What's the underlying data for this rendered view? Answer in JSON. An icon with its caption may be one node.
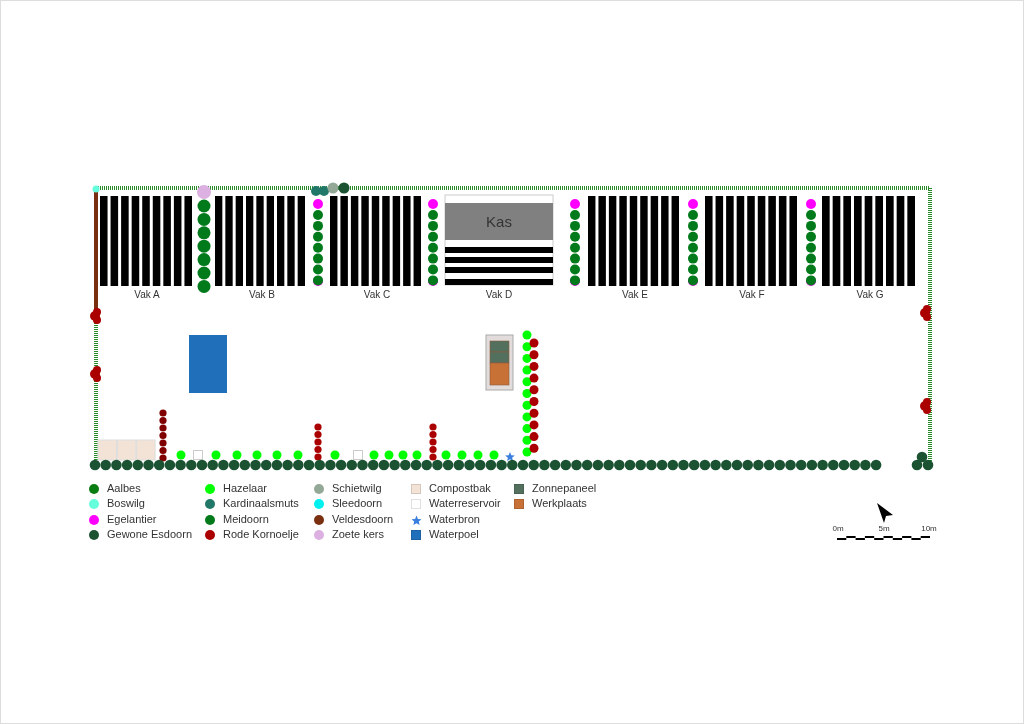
{
  "diagram": {
    "nodes": [
      {
        "text": [
          "Kas"
        ]
      }
    ],
    "edges": [],
    "labels": [
      "Vak A",
      "Vak B",
      "Vak C",
      "Vak D",
      "Vak E",
      "Vak F",
      "Vak G",
      "0m",
      "5m",
      "10m"
    ],
    "legend": [
      {
        "text": "Aalbes",
        "color": "#0a7d12"
      },
      {
        "text": "Boswilg",
        "color": "#66ffdd"
      },
      {
        "text": "Egelantier",
        "color": "#ff00ff"
      },
      {
        "text": "Gewone Esdoorn",
        "color": "#1a5232"
      },
      {
        "text": "Hazelaar",
        "color": "#00ff00"
      },
      {
        "text": "Kardinaalsmuts",
        "color": "#217868"
      },
      {
        "text": "Meidoorn",
        "color": "#007a1a"
      },
      {
        "text": "Rode Kornoelje",
        "color": "#aa0000"
      },
      {
        "text": "Schietwilg",
        "color": "#93a896"
      },
      {
        "text": "Sleedoorn",
        "color": "#00f0f0"
      },
      {
        "text": "Veldesdoorn",
        "color": "#7a3010"
      },
      {
        "text": "Zoete kers",
        "color": "#dcb0e0"
      },
      {
        "text": "Compostbak",
        "color": "#f2e3d6"
      },
      {
        "text": "Waterreservoir",
        "color": "#ffffff"
      },
      {
        "text": "Waterbron"
      },
      {
        "text": "Waterpoel",
        "color": "#1f6fba"
      },
      {
        "text": "Zonnepaneel",
        "color": "#53705f"
      },
      {
        "text": "Werkplaats",
        "color": "#c87137"
      }
    ]
  }
}
